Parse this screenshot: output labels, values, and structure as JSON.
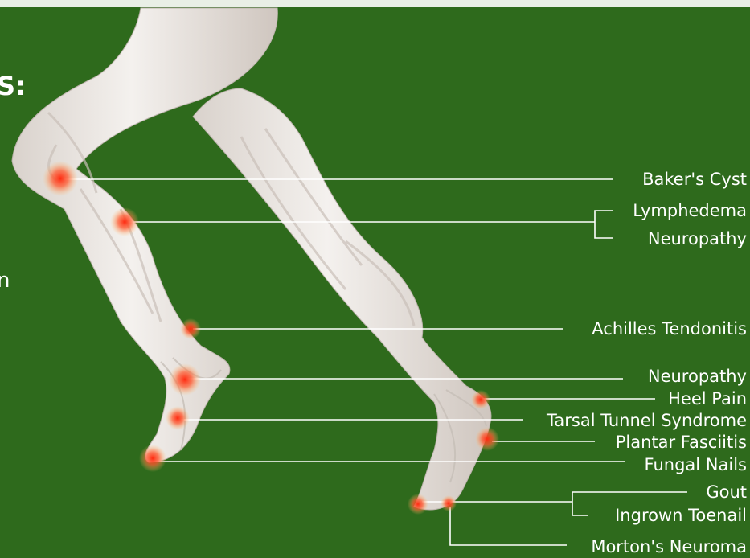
{
  "side_text": {
    "s_fragment": "S:",
    "n_fragment": "n"
  },
  "colors": {
    "background": "#2e6a1c",
    "leg": "#f1eeea",
    "hotspot": "#e8321e",
    "line": "#ffffff"
  },
  "labels": [
    "Baker's Cyst",
    "Lymphedema",
    "Neuropathy",
    "Achilles Tendonitis",
    "Neuropathy",
    "Heel Pain",
    "Tarsal Tunnel Syndrome",
    "Plantar Fasciitis",
    "Fungal Nails",
    "Gout",
    "Ingrown Toenail",
    "Morton's Neuroma"
  ]
}
